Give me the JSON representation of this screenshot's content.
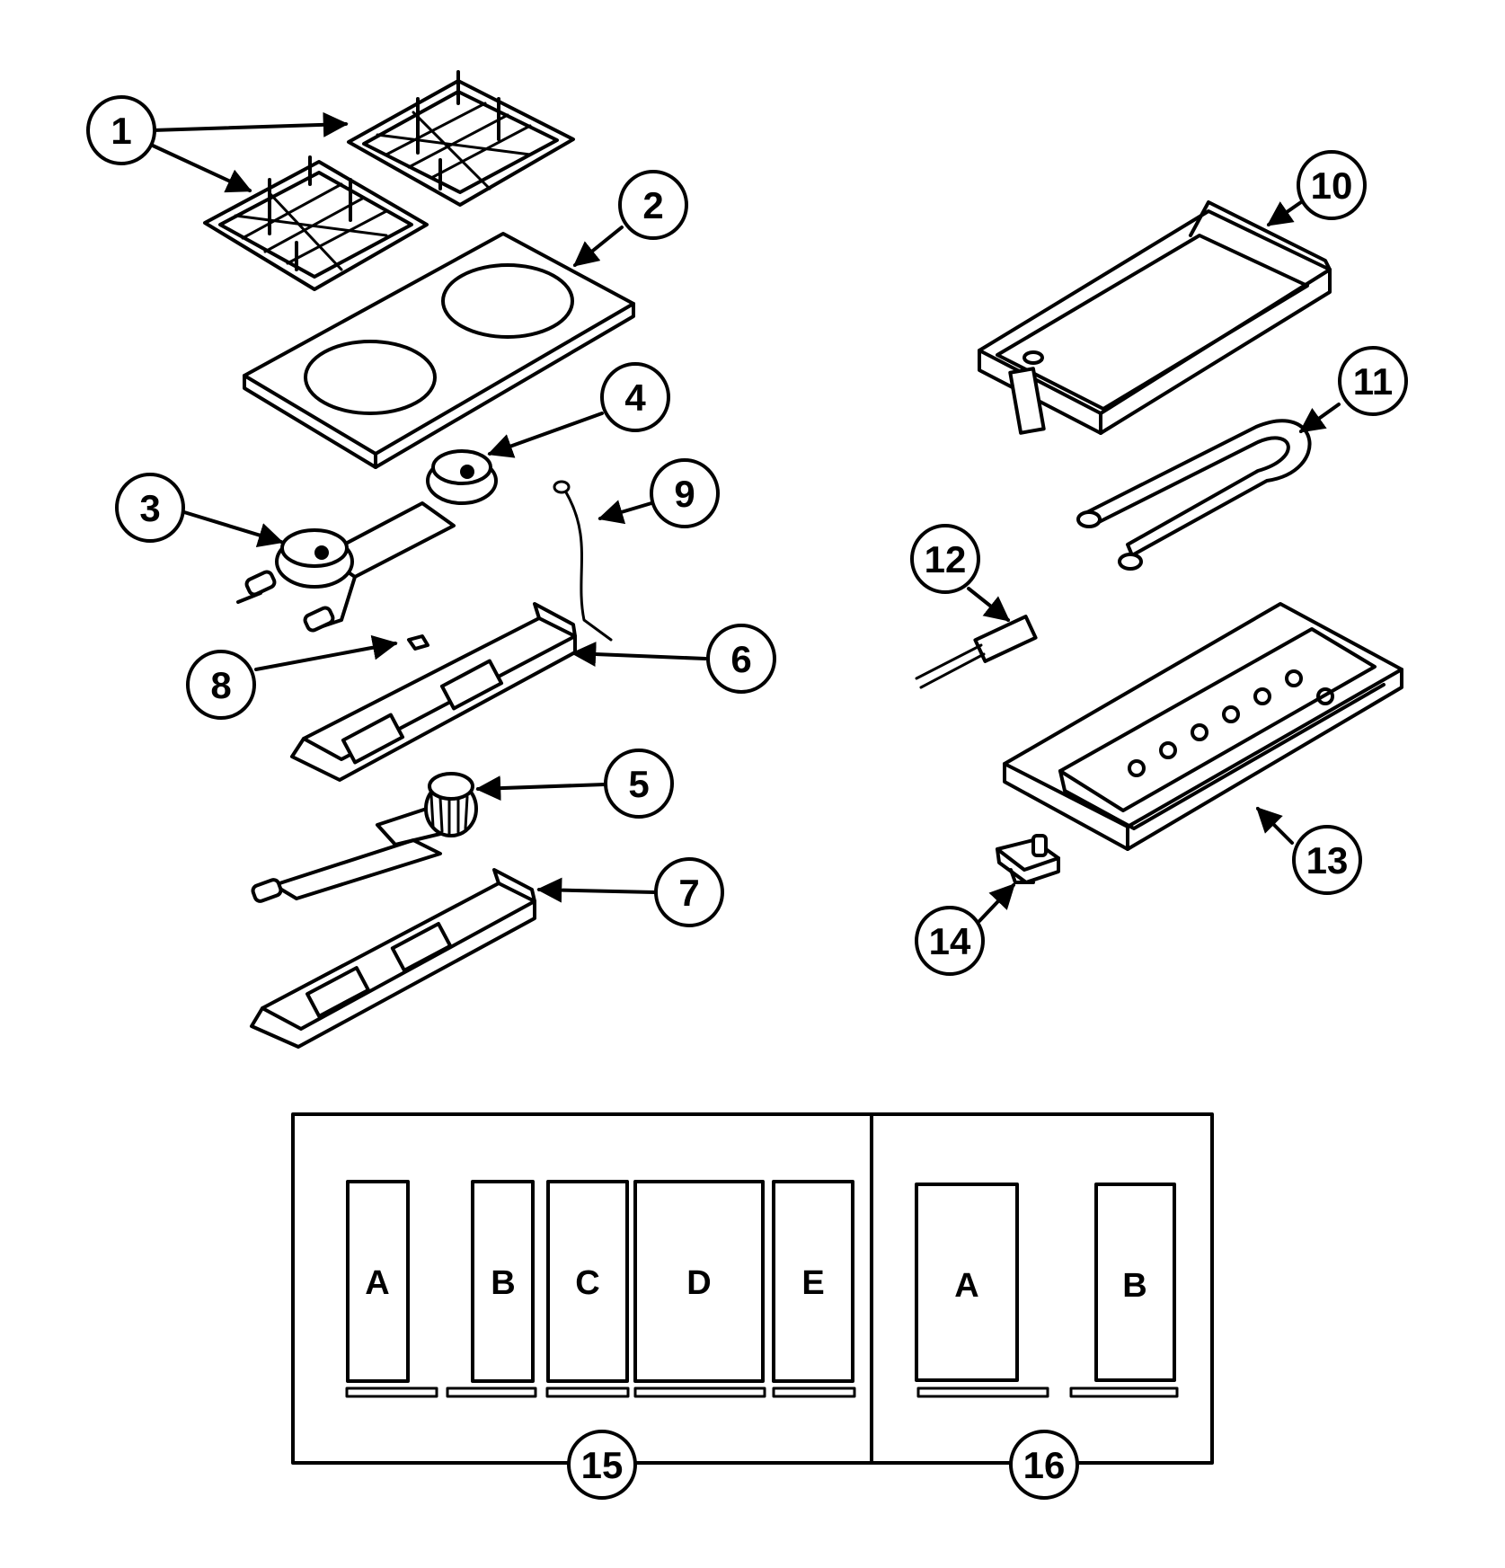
{
  "callouts": [
    {
      "id": "1",
      "label": "1"
    },
    {
      "id": "2",
      "label": "2"
    },
    {
      "id": "3",
      "label": "3"
    },
    {
      "id": "4",
      "label": "4"
    },
    {
      "id": "5",
      "label": "5"
    },
    {
      "id": "6",
      "label": "6"
    },
    {
      "id": "7",
      "label": "7"
    },
    {
      "id": "8",
      "label": "8"
    },
    {
      "id": "9",
      "label": "9"
    },
    {
      "id": "10",
      "label": "10"
    },
    {
      "id": "11",
      "label": "11"
    },
    {
      "id": "12",
      "label": "12"
    },
    {
      "id": "13",
      "label": "13"
    },
    {
      "id": "14",
      "label": "14"
    },
    {
      "id": "15",
      "label": "15"
    },
    {
      "id": "16",
      "label": "16"
    }
  ],
  "panel_15": {
    "slots": [
      "A",
      "B",
      "C",
      "D",
      "E"
    ]
  },
  "panel_16": {
    "slots": [
      "A",
      "B"
    ]
  }
}
